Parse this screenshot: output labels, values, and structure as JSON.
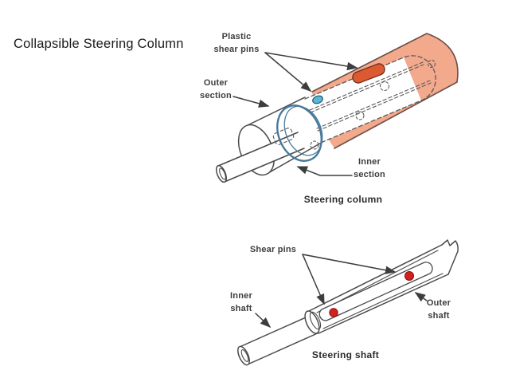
{
  "slide": {
    "title": "Collapsible Steering Column"
  },
  "column_diagram": {
    "caption": "Steering column",
    "labels": {
      "plastic_shear_pins": "Plastic\nshear pins",
      "outer_section": "Outer\nsection",
      "inner_section": "Inner\nsection"
    },
    "colors": {
      "outer_tube_fill": "#f3a98c",
      "outer_tube_edge": "#6b5048",
      "shear_pin_slot": "#dc5a32",
      "plastic_pin": "#58b8d8",
      "collar_ring": "#4a7a9b"
    }
  },
  "shaft_diagram": {
    "caption": "Steering shaft",
    "labels": {
      "shear_pins": "Shear pins",
      "inner_shaft": "Inner\nshaft",
      "outer_shaft": "Outer\nshaft"
    },
    "colors": {
      "shear_pin": "#d62020"
    }
  }
}
